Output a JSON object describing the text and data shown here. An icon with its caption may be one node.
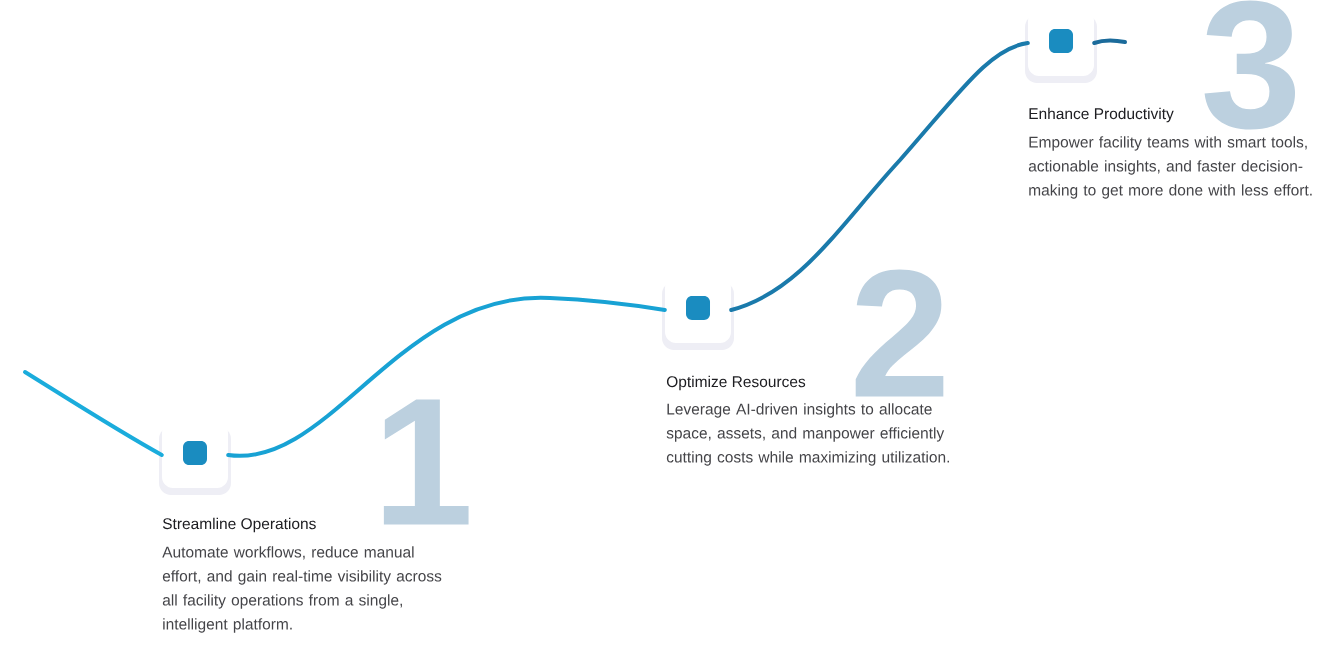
{
  "diagram": {
    "nodes": [
      {
        "text": [],
        "shape": "box",
        "beside": [
          "1",
          "Streamline Operations",
          "Automate workflows, reduce manual effort, and gain real-time visibility across all facility operations from a single, intelligent platform."
        ]
      },
      {
        "text": [],
        "shape": "box",
        "beside": [
          "2",
          "Optimize Resources",
          "Leverage AI-driven insights to allocate space, assets, and manpower efficiently cutting costs while maximizing utilization."
        ]
      },
      {
        "text": [],
        "shape": "box",
        "beside": [
          "3",
          "Enhance Productivity",
          "Empower facility teams with smart tools, actionable insights, and faster decision-making to get more done with less effort."
        ]
      }
    ],
    "edges": [
      {
        "from": null,
        "to": 0,
        "arrow": "none",
        "color": "#1aacdc"
      },
      {
        "from": 0,
        "to": 1,
        "arrow": "none",
        "color": "#18a2d4"
      },
      {
        "from": 1,
        "to": 2,
        "arrow": "none",
        "color": "#1a7aab"
      },
      {
        "from": 2,
        "to": null,
        "arrow": "none",
        "color": "#1b6b9b"
      }
    ]
  }
}
